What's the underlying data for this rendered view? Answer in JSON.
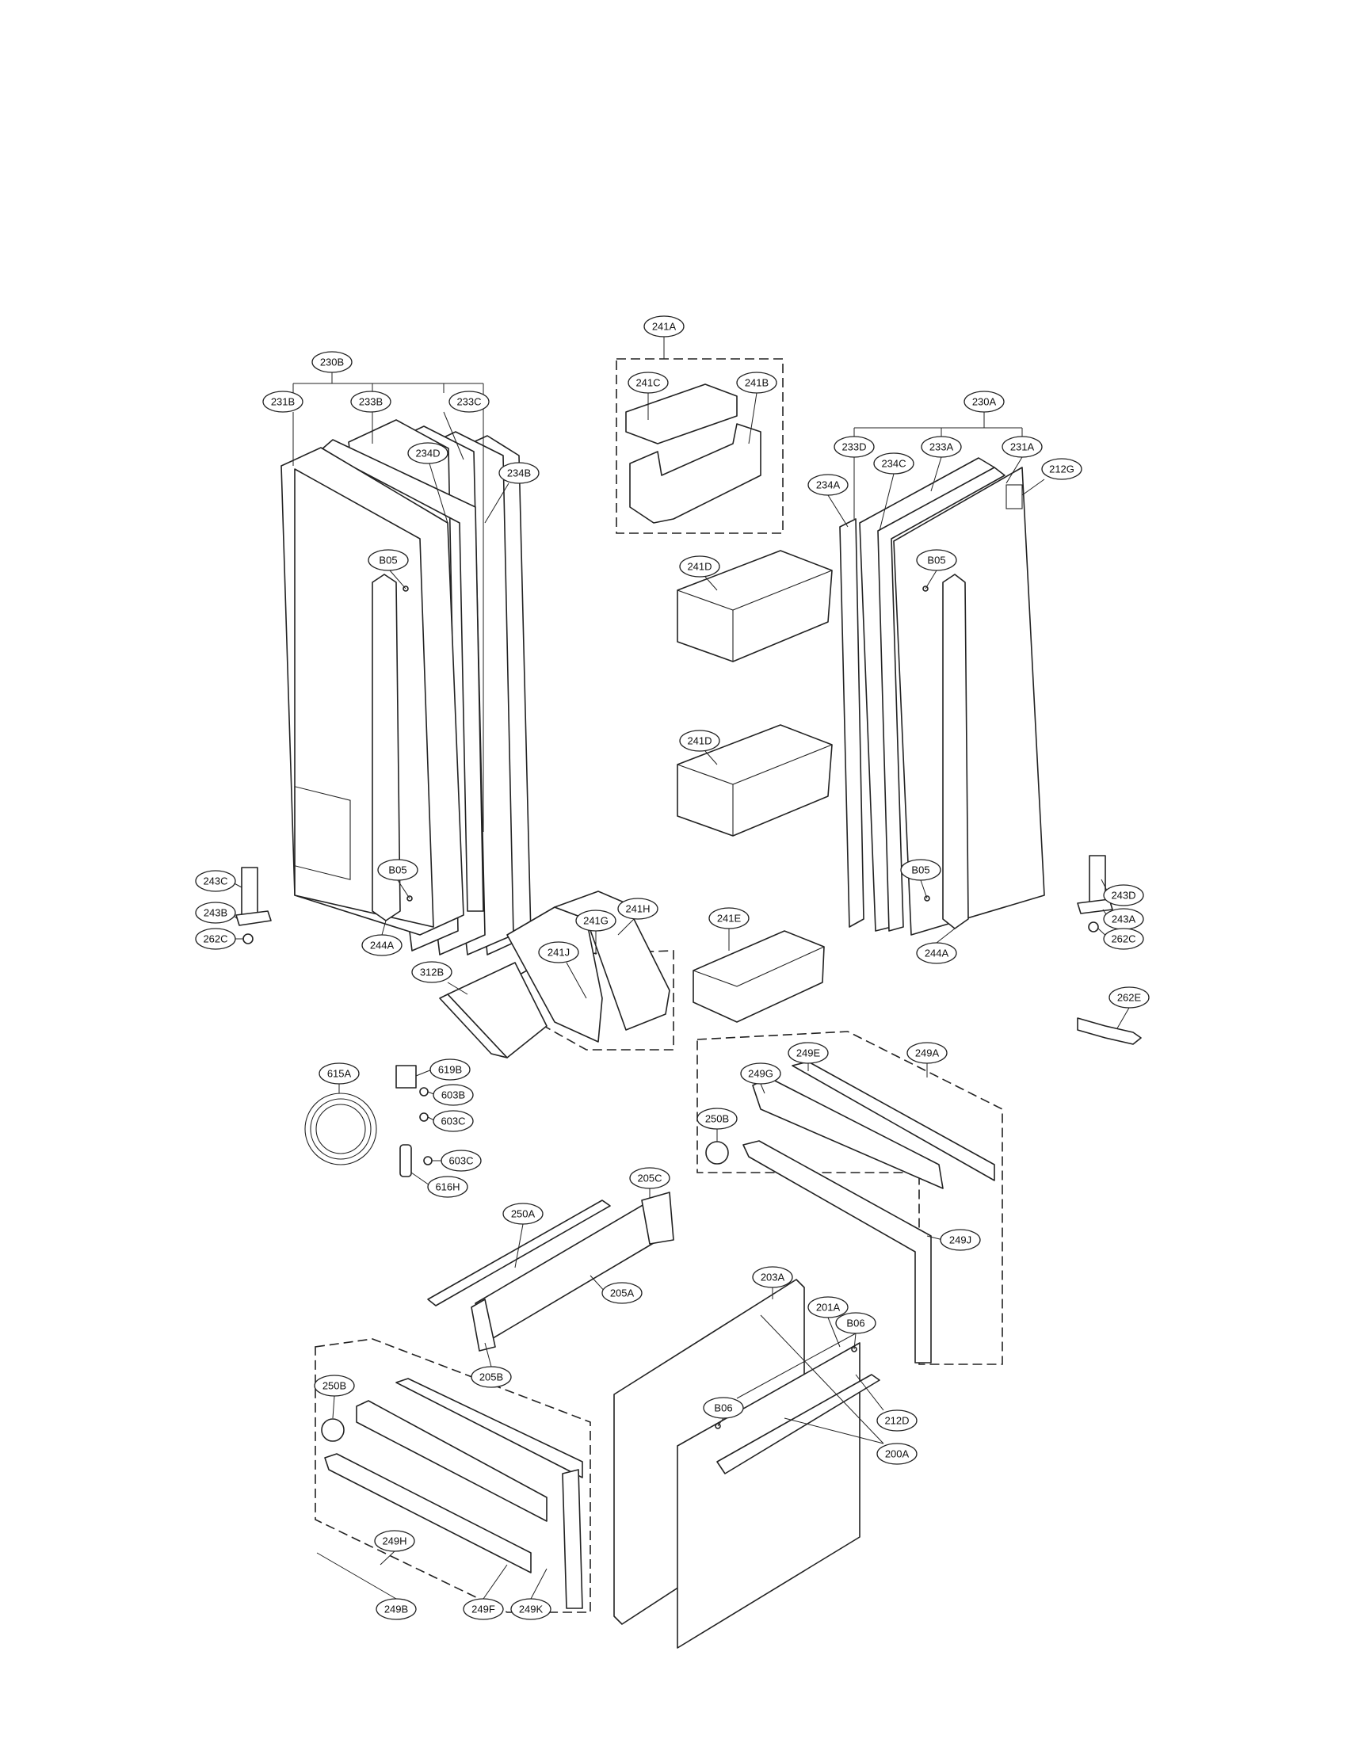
{
  "diagram": {
    "callouts": [
      {
        "id": "c241A",
        "label": "241A"
      },
      {
        "id": "c241C",
        "label": "241C"
      },
      {
        "id": "c241B",
        "label": "241B"
      },
      {
        "id": "c230B",
        "label": "230B"
      },
      {
        "id": "c231B",
        "label": "231B"
      },
      {
        "id": "c233B",
        "label": "233B"
      },
      {
        "id": "c233C",
        "label": "233C"
      },
      {
        "id": "c234D",
        "label": "234D"
      },
      {
        "id": "c234B",
        "label": "234B"
      },
      {
        "id": "c230A",
        "label": "230A"
      },
      {
        "id": "c233D",
        "label": "233D"
      },
      {
        "id": "c233A",
        "label": "233A"
      },
      {
        "id": "c231A",
        "label": "231A"
      },
      {
        "id": "c234A_r",
        "label": "234A"
      },
      {
        "id": "c234C",
        "label": "234C"
      },
      {
        "id": "c212G",
        "label": "212G"
      },
      {
        "id": "cB05_l1",
        "label": "B05"
      },
      {
        "id": "cB05_r1",
        "label": "B05"
      },
      {
        "id": "c241D_1",
        "label": "241D"
      },
      {
        "id": "c241D_2",
        "label": "241D"
      },
      {
        "id": "c243C",
        "label": "243C"
      },
      {
        "id": "c243B",
        "label": "243B"
      },
      {
        "id": "c262C_l",
        "label": "262C"
      },
      {
        "id": "cB05_l2",
        "label": "B05"
      },
      {
        "id": "c241G",
        "label": "241G"
      },
      {
        "id": "c241H",
        "label": "241H"
      },
      {
        "id": "c241J",
        "label": "241J"
      },
      {
        "id": "c241E",
        "label": "241E"
      },
      {
        "id": "cB05_r2",
        "label": "B05"
      },
      {
        "id": "c243D",
        "label": "243D"
      },
      {
        "id": "c243A",
        "label": "243A"
      },
      {
        "id": "c262C_r",
        "label": "262C"
      },
      {
        "id": "c244A_l",
        "label": "244A"
      },
      {
        "id": "c244A_r",
        "label": "244A"
      },
      {
        "id": "c312B",
        "label": "312B"
      },
      {
        "id": "c262E",
        "label": "262E"
      },
      {
        "id": "c615A",
        "label": "615A"
      },
      {
        "id": "c619B",
        "label": "619B"
      },
      {
        "id": "c603B",
        "label": "603B"
      },
      {
        "id": "c603C_1",
        "label": "603C"
      },
      {
        "id": "c603C_2",
        "label": "603C"
      },
      {
        "id": "c616H",
        "label": "616H"
      },
      {
        "id": "c249E",
        "label": "249E"
      },
      {
        "id": "c249A",
        "label": "249A"
      },
      {
        "id": "c249G",
        "label": "249G"
      },
      {
        "id": "c250B_r",
        "label": "250B"
      },
      {
        "id": "c249J",
        "label": "249J"
      },
      {
        "id": "c250A",
        "label": "250A"
      },
      {
        "id": "c205C",
        "label": "205C"
      },
      {
        "id": "c205A",
        "label": "205A"
      },
      {
        "id": "c205B",
        "label": "205B"
      },
      {
        "id": "c203A",
        "label": "203A"
      },
      {
        "id": "c201A",
        "label": "201A"
      },
      {
        "id": "cB06_1",
        "label": "B06"
      },
      {
        "id": "c212D",
        "label": "212D"
      },
      {
        "id": "cB06_2",
        "label": "B06"
      },
      {
        "id": "c200A",
        "label": "200A"
      },
      {
        "id": "c250B_l",
        "label": "250B"
      },
      {
        "id": "c249H",
        "label": "249H"
      },
      {
        "id": "c249B",
        "label": "249B"
      },
      {
        "id": "c249F",
        "label": "249F"
      },
      {
        "id": "c249K",
        "label": "249K"
      }
    ]
  }
}
